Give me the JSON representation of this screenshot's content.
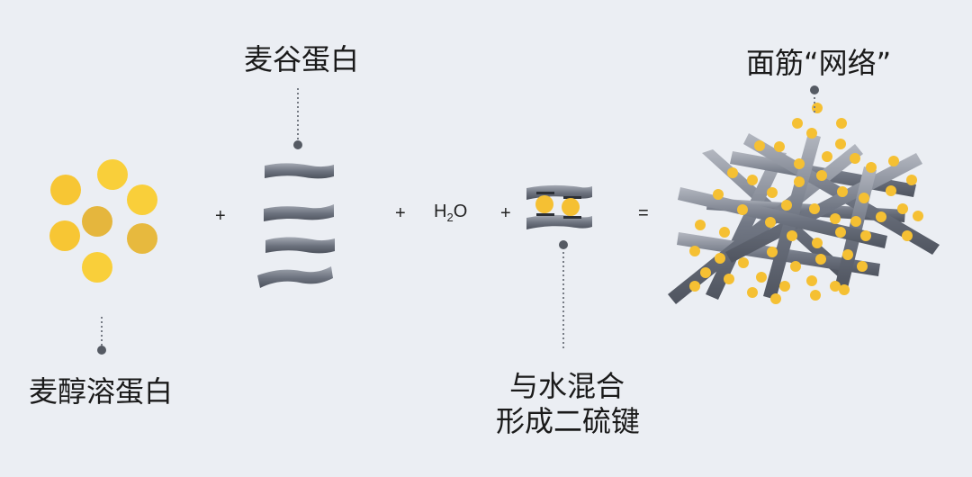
{
  "labels": {
    "gliadin": "麦醇溶蛋白",
    "glutenin": "麦谷蛋白",
    "mix_line1": "与水混合",
    "mix_line2": "形成二硫键",
    "network": "面筋“网络”"
  },
  "operators": {
    "plus1": "+",
    "plus2": "+",
    "water_prefix": "H",
    "water_sub": "2",
    "water_suffix": "O",
    "plus3": "+",
    "equals": "="
  },
  "colors": {
    "background": "#ebeef3",
    "yellow_light": "#f9cf3a",
    "yellow_mid": "#f5c033",
    "yellow_dark": "#e5b63d",
    "strand_dark": "#5f6572",
    "strand_light": "#a4a9b3",
    "dot": "#555a63",
    "text": "#1a1a1a"
  }
}
